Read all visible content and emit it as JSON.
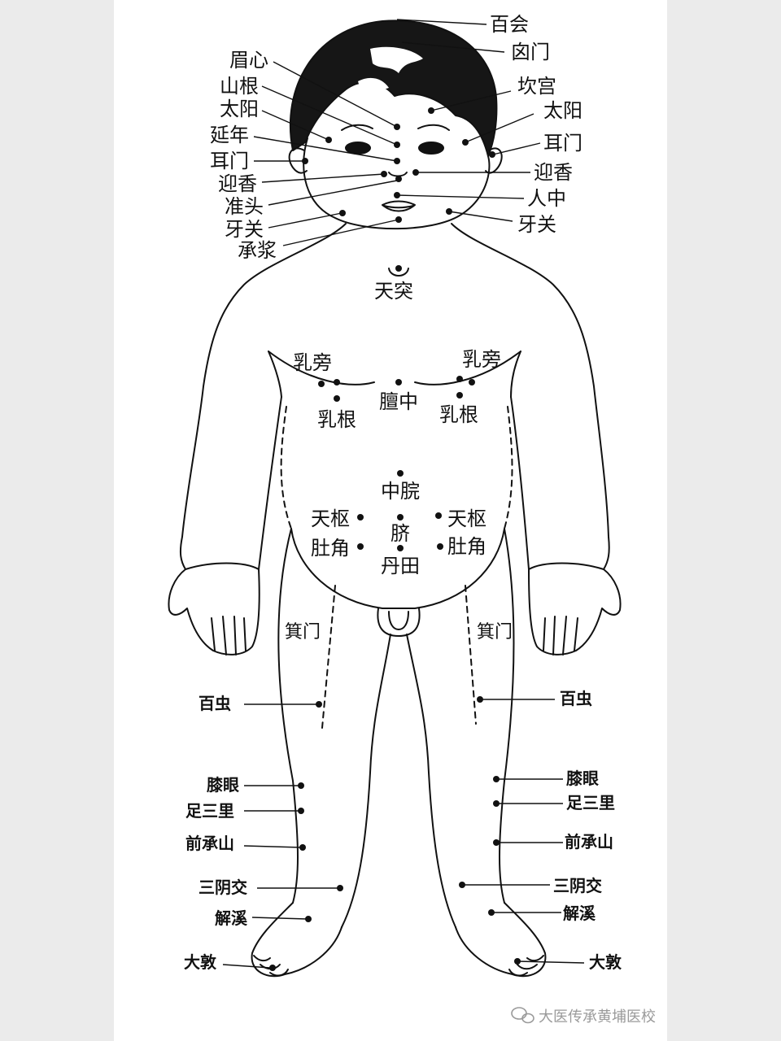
{
  "labels": {
    "baihui": "百会",
    "xinmen": "囟门",
    "meixin": "眉心",
    "kangong": "坎宫",
    "shangen": "山根",
    "taiyang_l": "太阳",
    "taiyang_r": "太阳",
    "yannian": "延年",
    "ermen_l": "耳门",
    "ermen_r": "耳门",
    "yingxiang_l": "迎香",
    "yingxiang_r": "迎香",
    "zhuntou": "准头",
    "renzhong": "人中",
    "yaguan_l": "牙关",
    "yaguan_r": "牙关",
    "chengjiang": "承浆",
    "tiantu": "天突",
    "rupang_l": "乳旁",
    "rupang_r": "乳旁",
    "rugen_l": "乳根",
    "rugen_r": "乳根",
    "danzhong": "膻中",
    "zhongwan": "中脘",
    "tianshu_l": "天枢",
    "tianshu_r": "天枢",
    "qi": "脐",
    "dujiao_l": "肚角",
    "dujiao_r": "肚角",
    "dantian": "丹田",
    "jimen_l": "箕门",
    "jimen_r": "箕门",
    "baichong_l": "百虫",
    "baichong_r": "百虫",
    "xiyan_l": "膝眼",
    "xiyan_r": "膝眼",
    "zusanli_l": "足三里",
    "zusanli_r": "足三里",
    "qianchengshan_l": "前承山",
    "qianchengshan_r": "前承山",
    "sanyinjiao_l": "三阴交",
    "sanyinjiao_r": "三阴交",
    "jiexi_l": "解溪",
    "jiexi_r": "解溪",
    "dadun_l": "大敦",
    "dadun_r": "大敦"
  },
  "watermark": {
    "text": "大医传承黄埔医校",
    "icon": "wechat-icon"
  },
  "colors": {
    "ink": "#111111",
    "background": "#ffffff",
    "margin": "#ebebeb",
    "watermark": "#9a9a9a"
  }
}
